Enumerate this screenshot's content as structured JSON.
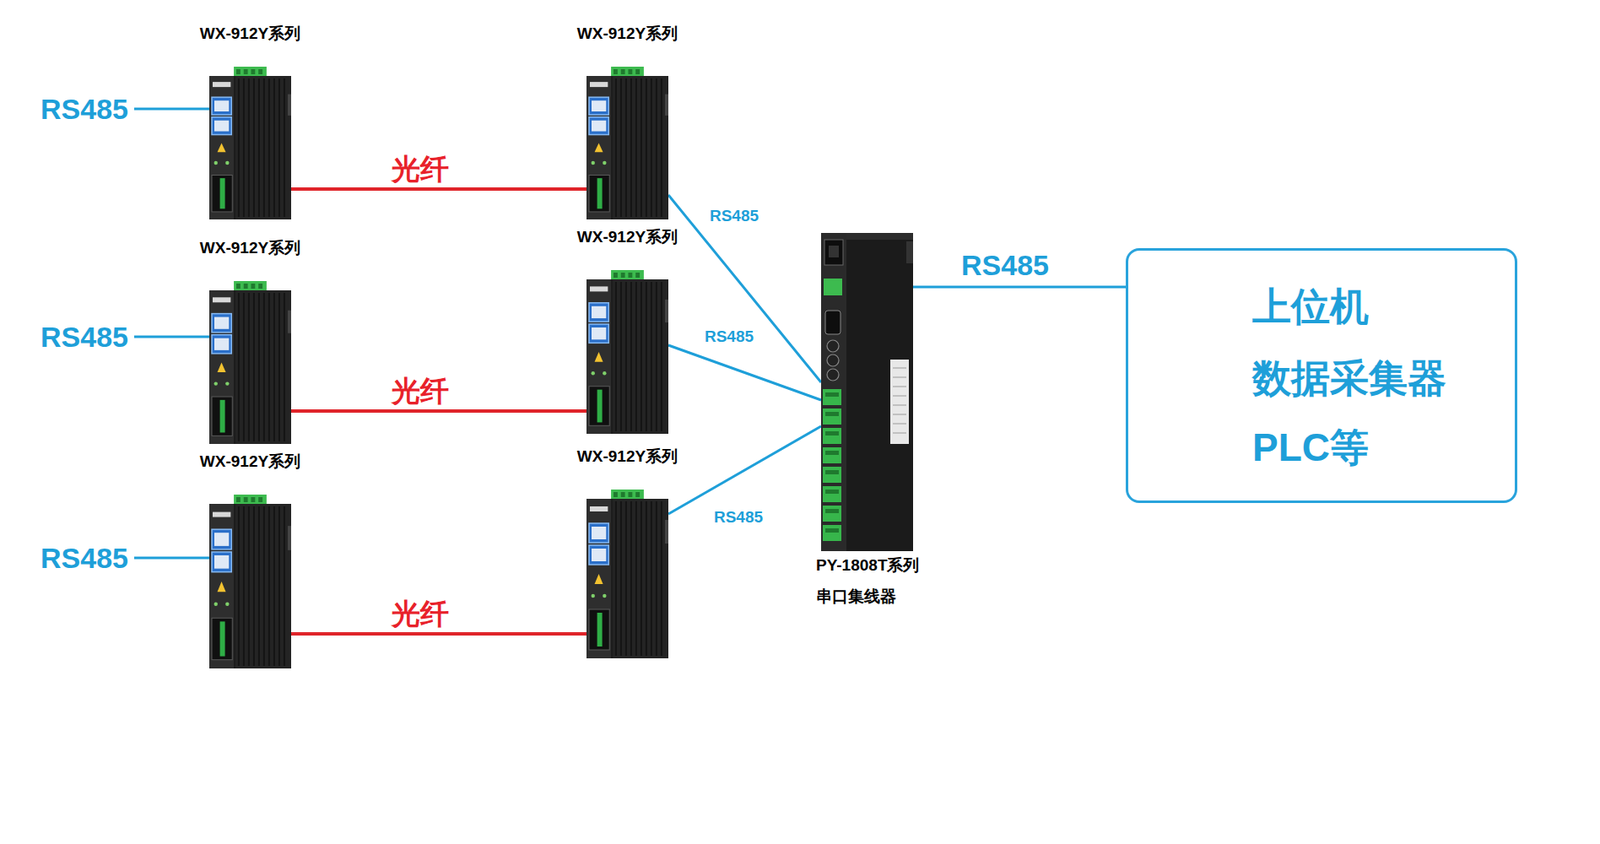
{
  "diagram": {
    "nodes": [
      {
        "text": [
          "WX-912Y系列"
        ]
      },
      {
        "text": [
          "WX-912Y系列"
        ]
      },
      {
        "text": [
          "WX-912Y系列"
        ]
      },
      {
        "text": [
          "WX-912Y系列"
        ]
      },
      {
        "text": [
          "WX-912Y系列"
        ]
      },
      {
        "text": [
          "WX-912Y系列"
        ]
      },
      {
        "text": [
          "PY-1808T系列",
          "串口集线器"
        ]
      },
      {
        "text": [
          "上位机",
          "数据采集器",
          "PLC等"
        ]
      }
    ],
    "edges": [
      {
        "from": 0,
        "to": 1,
        "arrow": "none",
        "label": "光纤"
      },
      {
        "from": 2,
        "to": 3,
        "arrow": "none",
        "label": "光纤"
      },
      {
        "from": 4,
        "to": 5,
        "arrow": "none",
        "label": "光纤"
      },
      {
        "from": 1,
        "to": 6,
        "arrow": "none",
        "label": "RS485"
      },
      {
        "from": 3,
        "to": 6,
        "arrow": "none",
        "label": "RS485"
      },
      {
        "from": 5,
        "to": 6,
        "arrow": "none",
        "label": "RS485"
      },
      {
        "from": 6,
        "to": 7,
        "arrow": "none",
        "label": "RS485"
      }
    ],
    "labels": [
      "RS485",
      "RS485",
      "RS485"
    ]
  }
}
